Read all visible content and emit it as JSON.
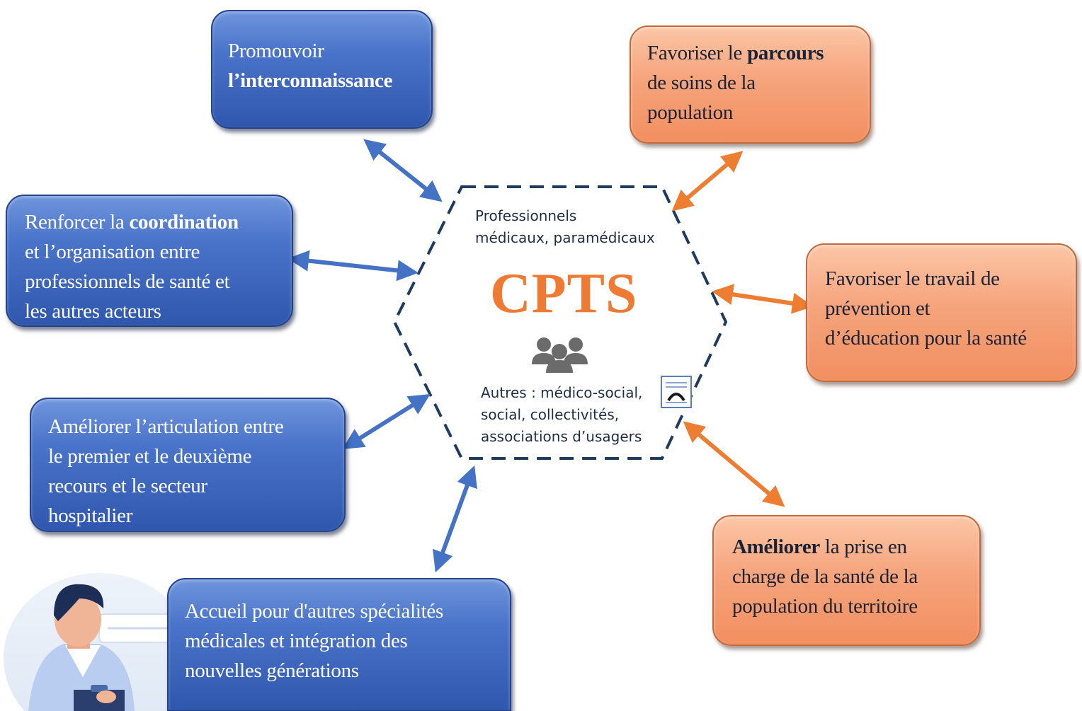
{
  "center": {
    "top_line1": "Professionnels",
    "top_line2": "médicaux, paramédicaux",
    "title": "CPTS",
    "people_icon": "people-group-icon",
    "bottom_line1": "Autres : médico-social,",
    "bottom_line2": "social, collectivités,",
    "bottom_line3": "associations d’usagers",
    "doc_icon": "embedded-document-icon"
  },
  "left_boxes": {
    "b1": {
      "l1": "Promouvoir",
      "l2": "l’interconnaissance"
    },
    "b2": {
      "l1_a": "Renforcer la ",
      "l1_b": "coordination",
      "l2": "et l’organisation entre",
      "l3": "professionnels de santé et",
      "l4": "les autres acteurs"
    },
    "b3": {
      "l1": "Améliorer l’articulation entre",
      "l2": "le premier et le deuxième",
      "l3": "recours et le secteur",
      "l4": "hospitalier"
    },
    "b4": {
      "l1": "Accueil pour d'autres spécialités",
      "l2": "médicales et intégration des",
      "l3": "nouvelles générations"
    }
  },
  "right_boxes": {
    "b1": {
      "l1_a": "Favoriser le ",
      "l1_b": "parcours",
      "l2": "de soins de la",
      "l3": "population"
    },
    "b2": {
      "l1": "Favoriser le travail de",
      "l2": "prévention et",
      "l3": "d’éducation pour la santé"
    },
    "b3": {
      "l1_a": "Améliorer",
      "l1_b": " la prise en",
      "l2": "charge de la santé de la",
      "l3": "population du territoire"
    }
  },
  "colors": {
    "blue": "#2f57ad",
    "orange": "#f28f60",
    "arrow_blue": "#4472c4",
    "arrow_orange": "#ed7d31",
    "hexagon": "#1f3a5f",
    "title": "#ee7a33"
  },
  "illustration": "person-with-clipboard-illustration"
}
